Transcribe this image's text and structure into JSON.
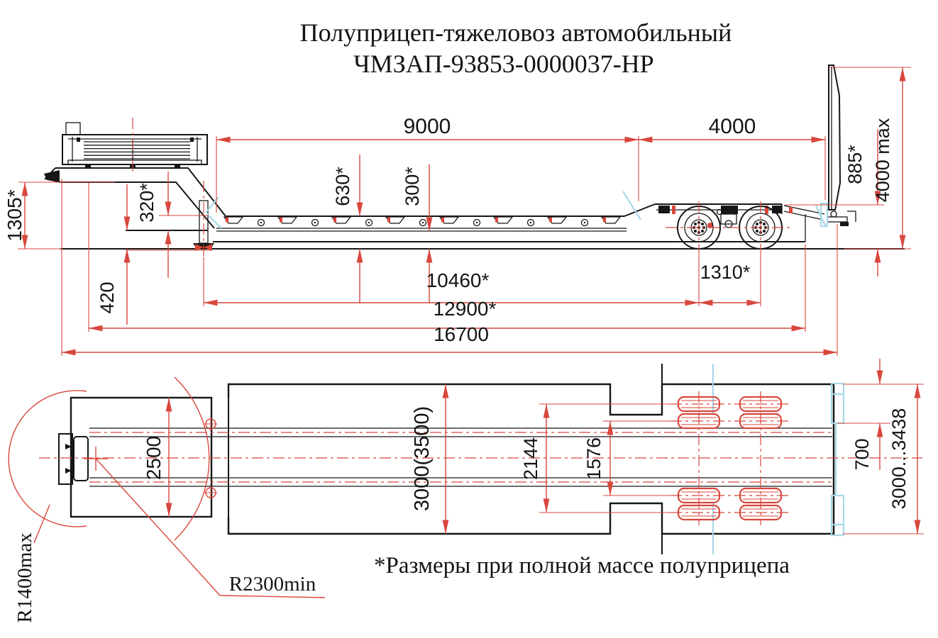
{
  "title": {
    "line1": "Полуприцеп-тяжеловоз автомобильный",
    "line2": "ЧМЗАП-93853-0000037-НР"
  },
  "footnote": "*Размеры при полной массе полуприцепа",
  "colors": {
    "dimension_red": "#d8473d",
    "ramp_cyan": "#a7d8e8",
    "line_black": "#161616"
  },
  "side_view": {
    "dims": {
      "platform_length": "9000",
      "rear_length": "4000",
      "deck_height": "630*",
      "ground_clearance": "300*",
      "gooseneck_height": "1305*",
      "coupling_drop": "320*",
      "coupling_clearance": "420",
      "kingpin_to_bogie": "10460*",
      "frame_length": "12900*",
      "overall_length": "16700",
      "axle_spacing": "1310*",
      "rear_deck_height": "885*",
      "ramp_height": "4000 max"
    }
  },
  "plan_view": {
    "dims": {
      "front_width": "2500",
      "platform_width": "3000(3500)",
      "track_outer": "2144",
      "track_inner": "1576",
      "ramp_width": "700",
      "ramp_span": "3000...3438",
      "front_radius": "R1400max",
      "rear_radius": "R2300min"
    }
  }
}
